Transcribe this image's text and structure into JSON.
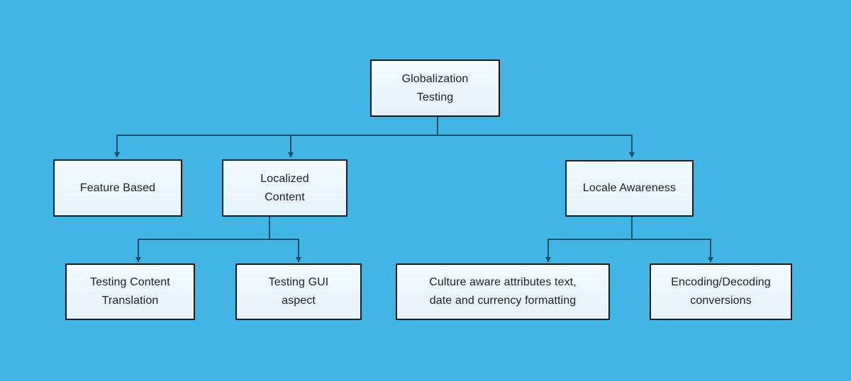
{
  "diagram": {
    "title": "Globalization Testing hierarchy",
    "colors": {
      "background": "#41b5e3",
      "node_fill": "#ebf6fc",
      "node_border": "#101c26",
      "connector": "#1a506e",
      "text": "#15202a"
    },
    "nodes": {
      "root": {
        "label": "Globalization\nTesting"
      },
      "feature_based": {
        "label": "Feature Based"
      },
      "localized_content": {
        "label": "Localized\nContent"
      },
      "locale_awareness": {
        "label": "Locale Awareness"
      },
      "testing_content_translation": {
        "label": "Testing Content\nTranslation"
      },
      "testing_gui_aspect": {
        "label": "Testing GUI\naspect"
      },
      "culture_aware": {
        "label": "Culture aware attributes text,\ndate and currency formatting"
      },
      "encoding_decoding": {
        "label": "Encoding/Decoding\nconversions"
      }
    },
    "edges": [
      {
        "from": "root",
        "to": "feature_based"
      },
      {
        "from": "root",
        "to": "localized_content"
      },
      {
        "from": "root",
        "to": "locale_awareness"
      },
      {
        "from": "localized_content",
        "to": "testing_content_translation"
      },
      {
        "from": "localized_content",
        "to": "testing_gui_aspect"
      },
      {
        "from": "locale_awareness",
        "to": "culture_aware"
      },
      {
        "from": "locale_awareness",
        "to": "encoding_decoding"
      }
    ]
  }
}
